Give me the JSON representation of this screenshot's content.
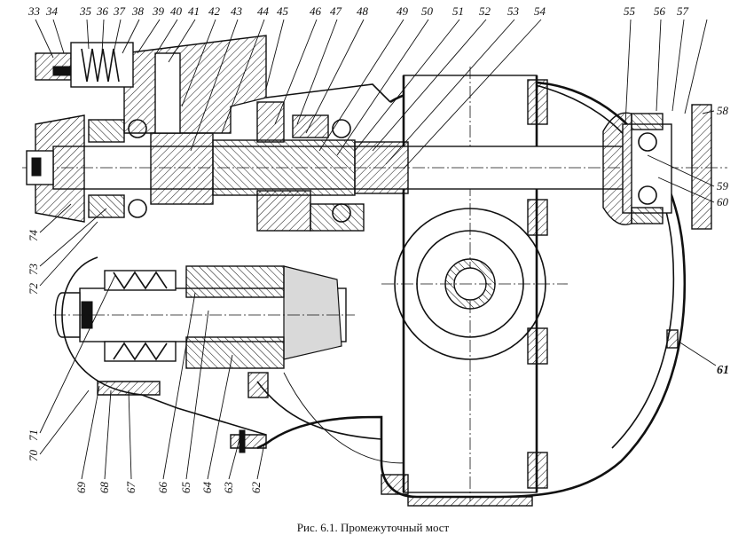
{
  "figure": {
    "caption": "Рис. 6.1. Промежуточный мост"
  },
  "callouts": {
    "top": [
      "33",
      "34",
      "35",
      "36",
      "37",
      "38",
      "39",
      "40",
      "41",
      "42",
      "43",
      "44",
      "45",
      "46",
      "47",
      "48",
      "49",
      "50",
      "51",
      "52",
      "53",
      "54"
    ],
    "right_top": [
      "55",
      "56",
      "57",
      "58"
    ],
    "right": [
      "59",
      "60",
      "61"
    ],
    "bottom": [
      "62",
      "63",
      "64",
      "65",
      "66",
      "67",
      "68",
      "69",
      "70"
    ],
    "left": [
      "71",
      "72",
      "73",
      "74"
    ]
  }
}
